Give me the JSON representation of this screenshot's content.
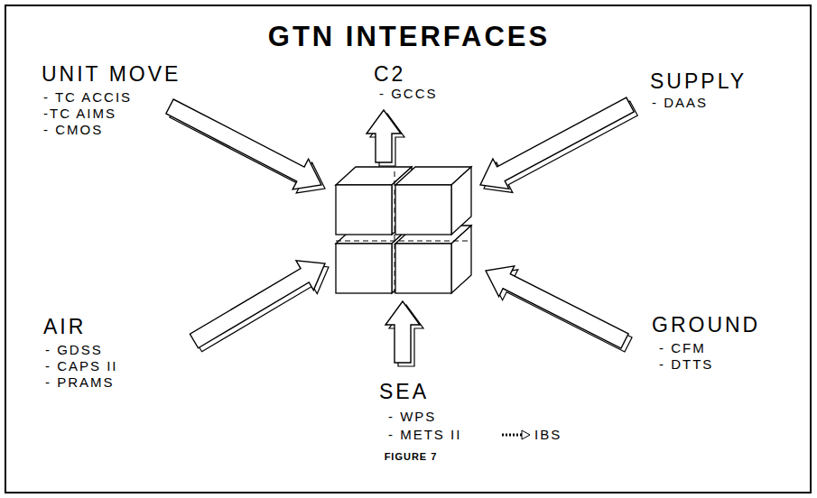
{
  "diagram": {
    "title": "GTN INTERFACES",
    "caption": "FIGURE 7",
    "labels": [
      "C2",
      "- GCCS",
      "UNIT MOVE",
      "- TC ACCIS",
      "-TC AIMS",
      "- CMOS",
      "SUPPLY",
      "- DAAS",
      "AIR",
      "- GDSS",
      "- CAPS II",
      "- PRAMS",
      "SEA",
      "- WPS",
      "- METS II",
      "IBS",
      "GROUND",
      "- CFM",
      "- DTTS"
    ]
  }
}
